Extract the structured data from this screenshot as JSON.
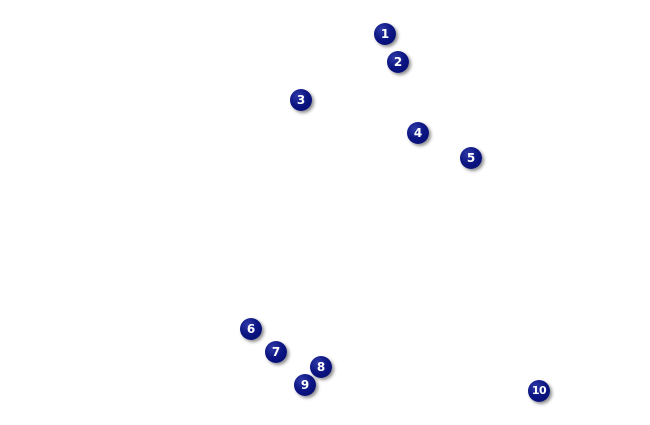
{
  "colors": {
    "background": "#ffffff",
    "marker_fill": "#000a6b",
    "marker_text": "#ffffff"
  },
  "markers": [
    {
      "id": "1",
      "label": "1"
    },
    {
      "id": "2",
      "label": "2"
    },
    {
      "id": "3",
      "label": "3"
    },
    {
      "id": "4",
      "label": "4"
    },
    {
      "id": "5",
      "label": "5"
    },
    {
      "id": "6",
      "label": "6"
    },
    {
      "id": "7",
      "label": "7"
    },
    {
      "id": "8",
      "label": "8"
    },
    {
      "id": "9",
      "label": "9"
    },
    {
      "id": "10",
      "label": "10"
    }
  ]
}
